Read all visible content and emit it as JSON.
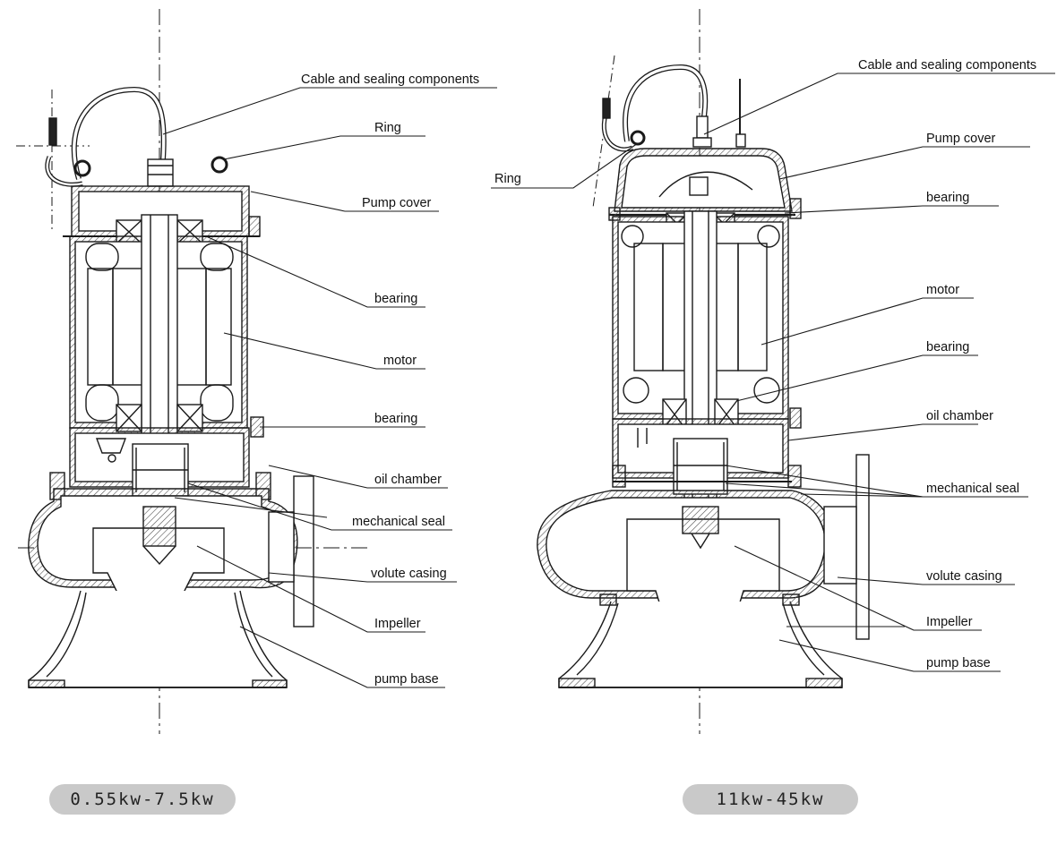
{
  "diagrams": [
    {
      "id": "left",
      "caption": "0.55kw-7.5kw",
      "labels": {
        "cable": "Cable and sealing components",
        "ring": "Ring",
        "cover": "Pump cover",
        "bearing_top": "bearing",
        "motor": "motor",
        "bearing_bottom": "bearing",
        "oil": "oil chamber",
        "seal": "mechanical seal",
        "volute": "volute casing",
        "impeller": "Impeller",
        "base": "pump base"
      }
    },
    {
      "id": "right",
      "caption": "11kw-45kw",
      "labels": {
        "cable": "Cable and sealing components",
        "ring": "Ring",
        "cover": "Pump cover",
        "bearing_top": "bearing",
        "motor": "motor",
        "bearing_bottom": "bearing",
        "oil": "oil chamber",
        "seal": "mechanical seal",
        "volute": "volute casing",
        "impeller": "Impeller",
        "base": "pump base"
      }
    }
  ],
  "colors": {
    "line": "#1a1a1a",
    "hatch": "#555555",
    "pill": "#c9c9c9"
  }
}
